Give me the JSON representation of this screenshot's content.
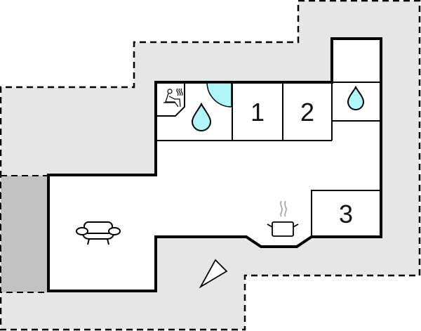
{
  "diagram": {
    "type": "floor-plan",
    "colors": {
      "background": "#ffffff",
      "terrace": "#e6e6e6",
      "carport": "#c2c2c2",
      "wall": "#000000",
      "room_fill": "#ffffff",
      "water": "#aef6f8"
    },
    "rooms": [
      {
        "id": "bedroom-1",
        "label": "1"
      },
      {
        "id": "bedroom-2",
        "label": "2"
      },
      {
        "id": "bedroom-3",
        "label": "3"
      },
      {
        "id": "bathroom-1",
        "icon": "water-drop-icon"
      },
      {
        "id": "bathroom-2",
        "icon": "water-drop-icon"
      },
      {
        "id": "sauna",
        "icon": "sauna-icon"
      },
      {
        "id": "living-room",
        "icon": "sofa-icon"
      },
      {
        "id": "kitchen",
        "icon": "cooking-pot-icon"
      },
      {
        "id": "storage"
      }
    ],
    "symbols": {
      "compass": "north-arrow-icon",
      "shower": "shower-quarter-circle"
    }
  }
}
